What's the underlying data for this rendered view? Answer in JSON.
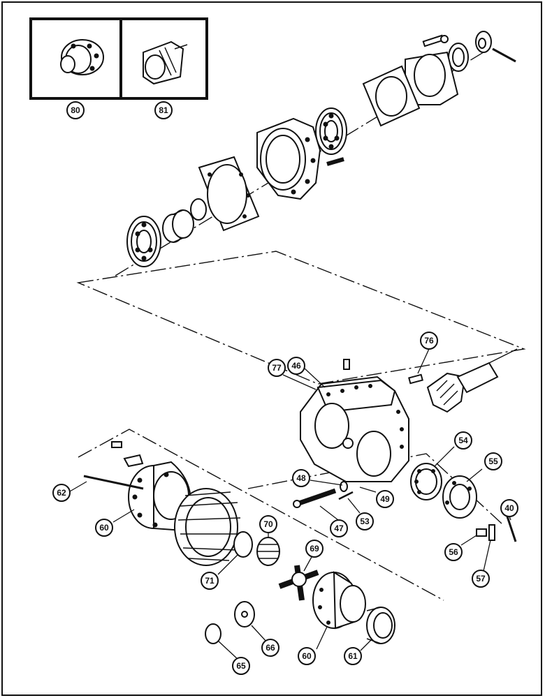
{
  "callouts": {
    "c80": "80",
    "c81": "81",
    "c76": "76",
    "c77": "77",
    "c46": "46",
    "c54": "54",
    "c55": "55",
    "c62": "62",
    "c60a": "60",
    "c48": "48",
    "c49": "49",
    "c47": "47",
    "c53": "53",
    "c40": "40",
    "c70": "70",
    "c69": "69",
    "c71": "71",
    "c56": "56",
    "c57": "57",
    "c66": "66",
    "c60b": "60",
    "c61": "61",
    "c65": "65"
  }
}
